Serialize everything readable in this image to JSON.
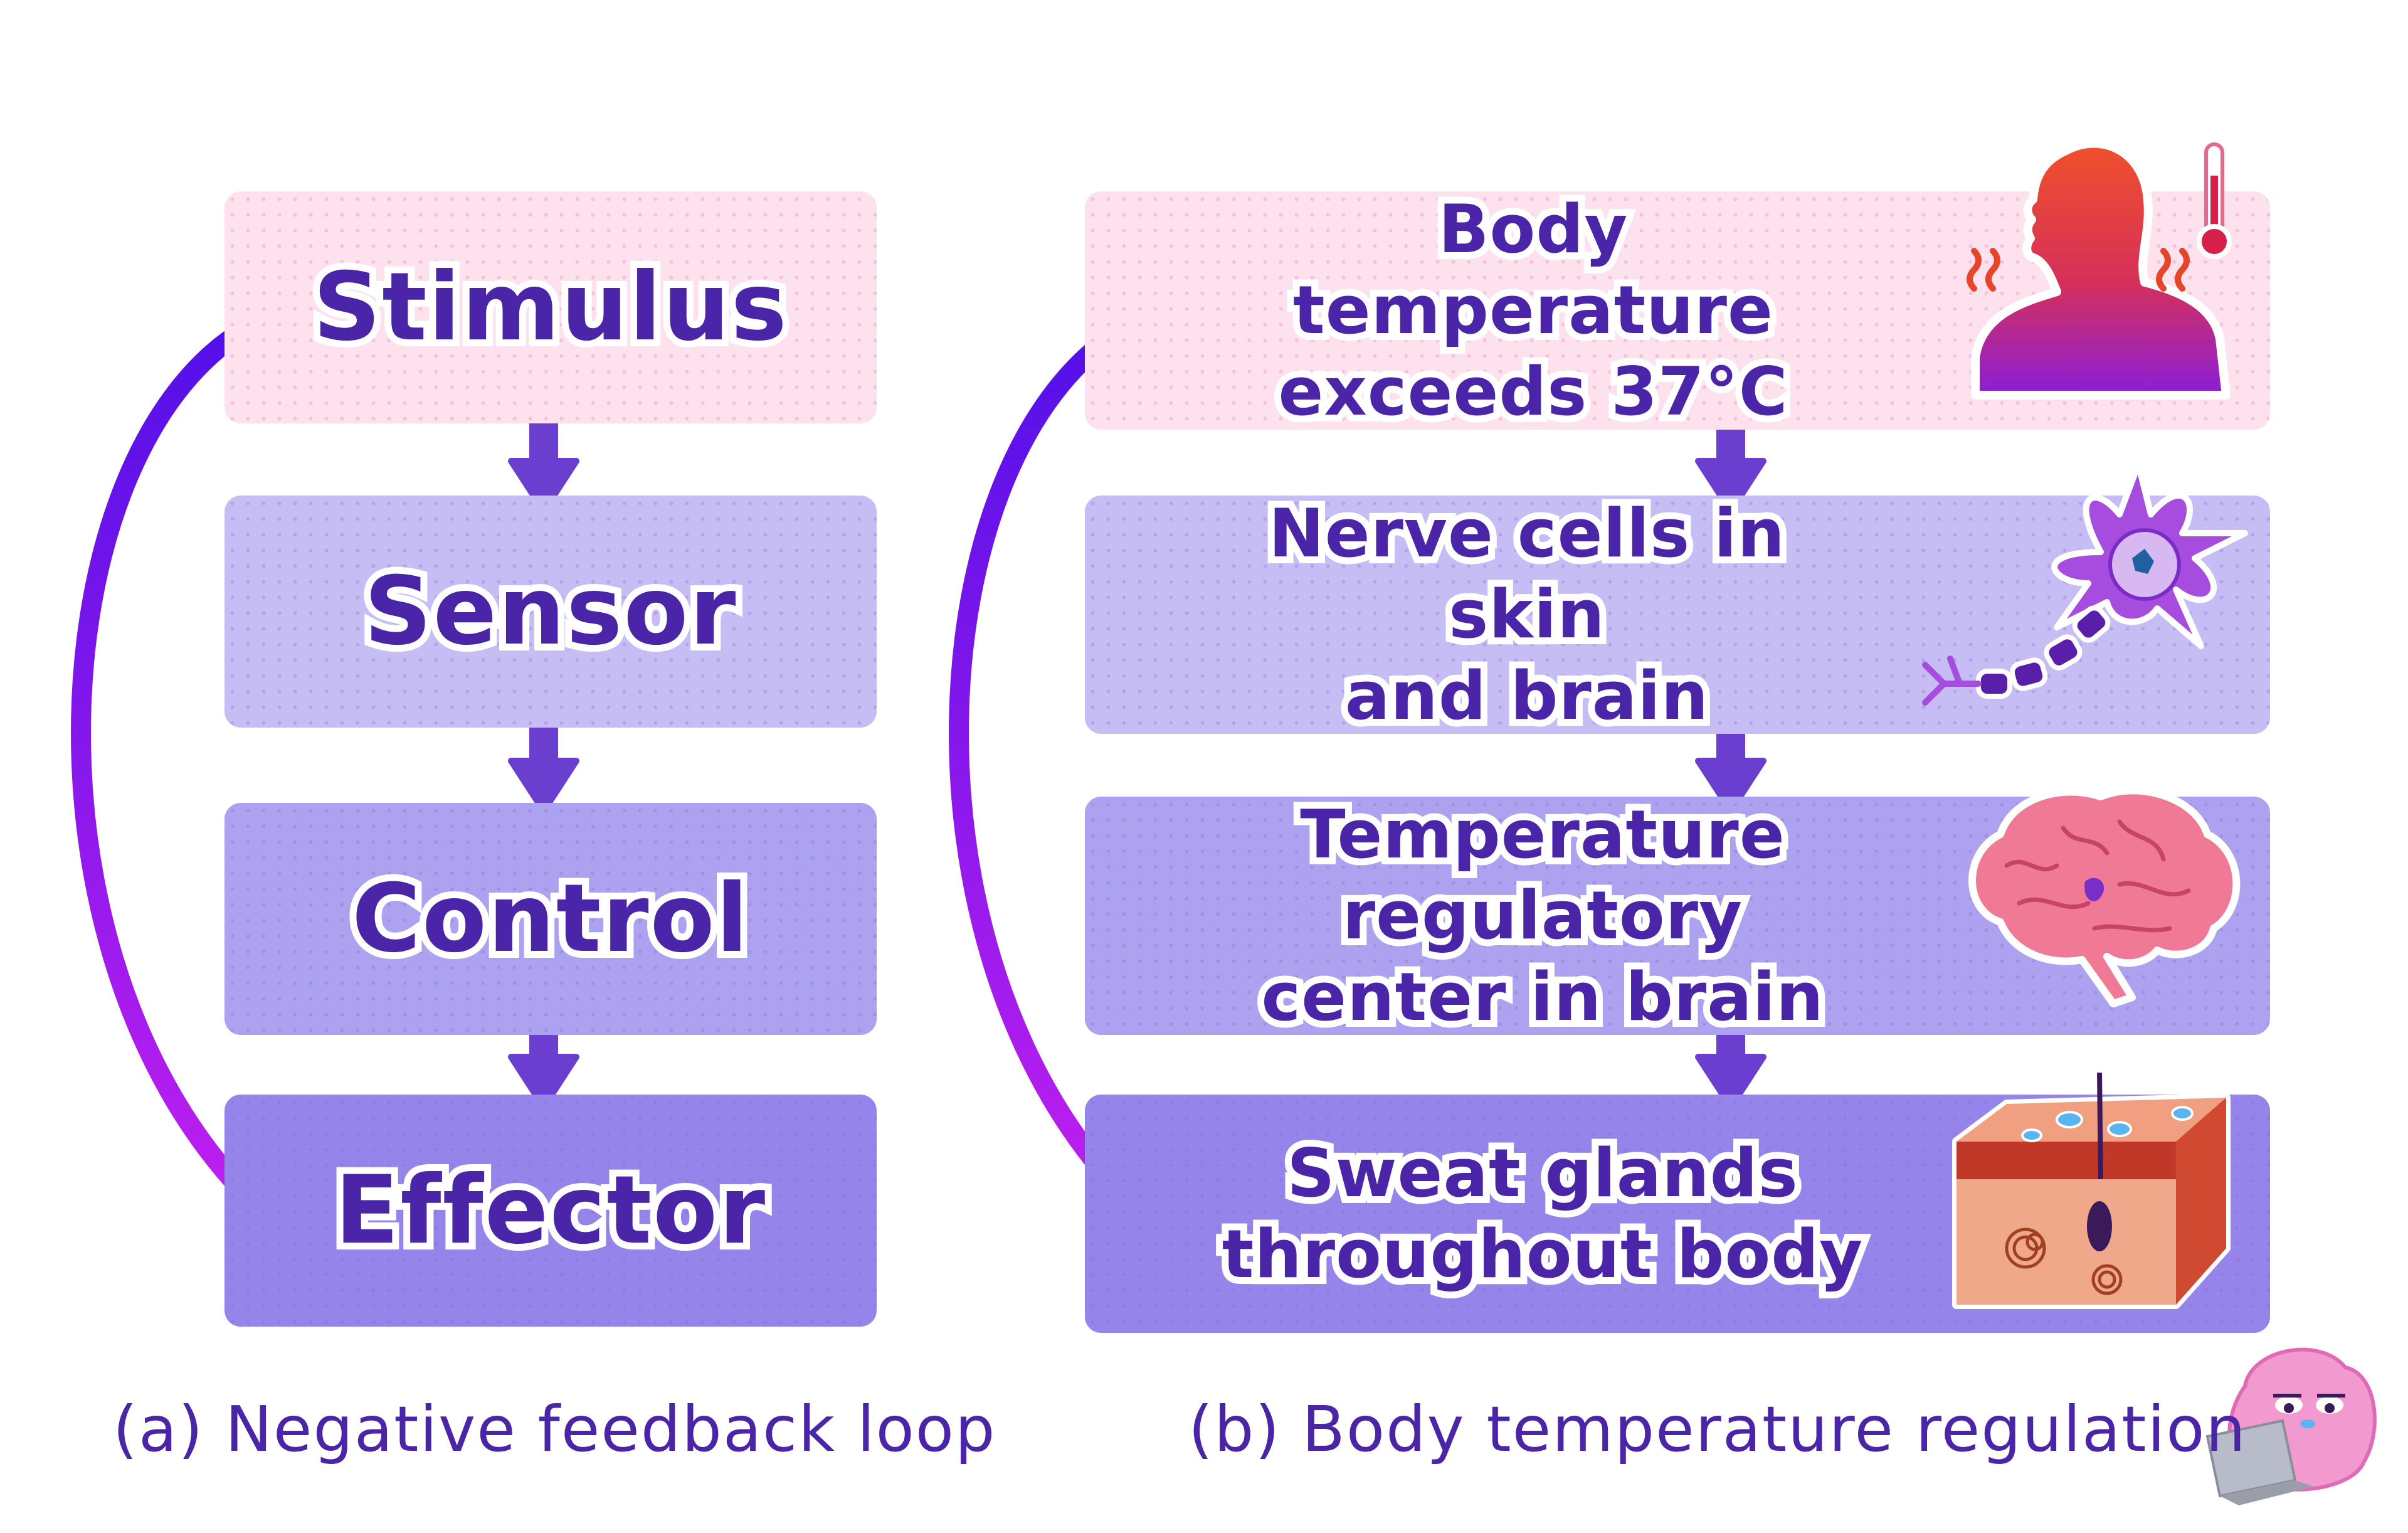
{
  "panel_a": {
    "steps": [
      "Stimulus",
      "Sensor",
      "Control",
      "Effector"
    ],
    "caption": "(a) Negative feedback loop"
  },
  "panel_b": {
    "steps": [
      {
        "line1": "Body temperature",
        "line2": "exceeds 37°C",
        "icon": "overheating-person-icon"
      },
      {
        "line1": "Nerve cells in skin",
        "line2": "and brain",
        "icon": "neuron-icon"
      },
      {
        "line1": "Temperature regulatory",
        "line2": "center in brain",
        "icon": "brain-icon"
      },
      {
        "line1": "Sweat glands",
        "line2": "throughout body",
        "icon": "skin-sweat-gland-icon"
      }
    ],
    "caption": "(b) Body temperature regulation"
  },
  "colors": {
    "text": "#4a25a8",
    "box_pink": "#fde2ee",
    "box_lavender": "#c6bdf5",
    "box_violet": "#ada2f0",
    "box_purple": "#9585ea",
    "arrow": "#6a3fd0",
    "loop_arrow_start": "#b51ff0",
    "loop_arrow_end": "#5810ea"
  },
  "mascot": {
    "icon": "blob-mascot-with-laptop-icon"
  }
}
